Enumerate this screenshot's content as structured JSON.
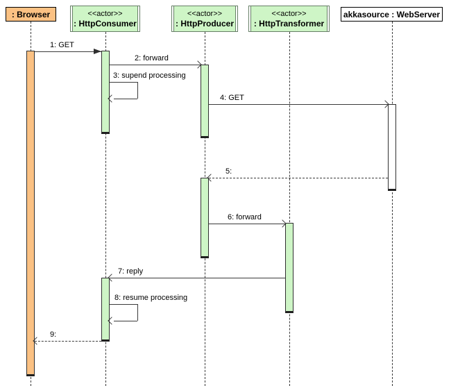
{
  "colors": {
    "actor_fill": "#CEF5C6",
    "actor_border": "#667f66",
    "object_fill": "#FBC183",
    "server_fill": "#FFFFFF",
    "line": "#3A3A3A"
  },
  "participants": [
    {
      "label": ": Browser",
      "kind": "object"
    },
    {
      "stereotype": "<<actor>>",
      "label": ": HttpConsumer",
      "kind": "actor"
    },
    {
      "stereotype": "<<actor>>",
      "label": ": HttpProducer",
      "kind": "actor"
    },
    {
      "stereotype": "<<actor>>",
      "label": ": HttpTransformer",
      "kind": "actor"
    },
    {
      "label": "akkasource : WebServer",
      "kind": "object"
    }
  ],
  "messages": [
    {
      "label": "1: GET",
      "from": ": Browser",
      "to": ": HttpConsumer",
      "line": "solid",
      "arrow": "filled"
    },
    {
      "label": "2: forward",
      "from": ": HttpConsumer",
      "to": ": HttpProducer",
      "line": "solid",
      "arrow": "open"
    },
    {
      "label": "3: supend processing",
      "from": ": HttpConsumer",
      "to": ": HttpConsumer",
      "line": "solid",
      "arrow": "open",
      "self": true
    },
    {
      "label": "4: GET",
      "from": ": HttpProducer",
      "to": "akkasource : WebServer",
      "line": "solid",
      "arrow": "open"
    },
    {
      "label": "5:",
      "from": "akkasource : WebServer",
      "to": ": HttpProducer",
      "line": "dashed",
      "arrow": "open"
    },
    {
      "label": "6: forward",
      "from": ": HttpProducer",
      "to": ": HttpTransformer",
      "line": "solid",
      "arrow": "open"
    },
    {
      "label": "7: reply",
      "from": ": HttpTransformer",
      "to": ": HttpConsumer",
      "line": "solid",
      "arrow": "open"
    },
    {
      "label": "8: resume processing",
      "from": ": HttpConsumer",
      "to": ": HttpConsumer",
      "line": "solid",
      "arrow": "open",
      "self": true
    },
    {
      "label": "9:",
      "from": ": HttpConsumer",
      "to": ": Browser",
      "line": "dashed",
      "arrow": "open"
    }
  ]
}
